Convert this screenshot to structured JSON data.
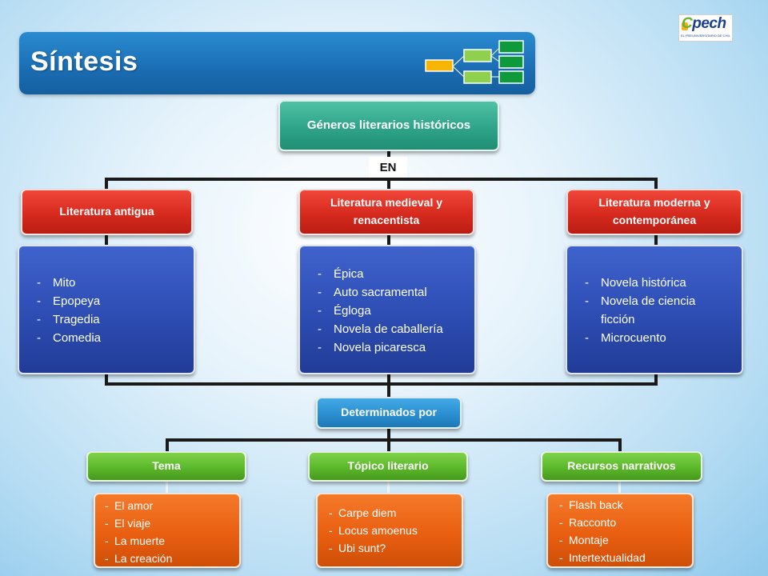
{
  "title": "Síntesis",
  "logo": {
    "name": "pech",
    "tagline": "EL PREUNIVERSITARIO DE CHILE"
  },
  "connector_label": "EN",
  "root": "Géneros literarios históricos",
  "categories": [
    {
      "label": "Literatura antigua",
      "items": [
        "Mito",
        "Epopeya",
        "Tragedia",
        "Comedia"
      ]
    },
    {
      "label": "Literatura medieval y renacentista",
      "items": [
        "Épica",
        "Auto sacramental",
        "Égloga",
        "Novela de caballería",
        "Novela picaresca"
      ]
    },
    {
      "label": "Literatura moderna y contemporánea",
      "items": [
        "Novela histórica",
        "Novela de ciencia ficción",
        "Microcuento"
      ]
    }
  ],
  "determined_by": "Determinados por",
  "factors": [
    {
      "label": "Tema",
      "items": [
        "El amor",
        "El viaje",
        "La muerte",
        "La creación"
      ]
    },
    {
      "label": "Tópico literario",
      "items": [
        "Carpe diem",
        "Locus amoenus",
        "Ubi sunt?"
      ]
    },
    {
      "label": "Recursos narrativos",
      "items": [
        "Flash back",
        "Racconto",
        "Montaje",
        "Intertextualidad"
      ]
    }
  ],
  "colors": {
    "title_band": "#1a6db3",
    "root": "#2fa488",
    "categories": "#d72a1e",
    "category_lists": "#2d4db3",
    "determined_by": "#2a8fd0",
    "factors": "#5cb82b",
    "factor_lists": "#e95f11"
  }
}
